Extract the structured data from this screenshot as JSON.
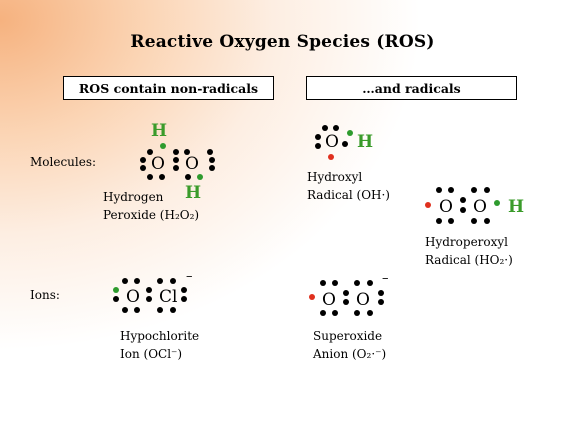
{
  "title": "Reactive Oxygen Species (ROS)",
  "boxes": {
    "non_radicals": "ROS contain non-radicals",
    "radicals": "…and radicals"
  },
  "row_labels": {
    "molecules": "Molecules:",
    "ions": "Ions:"
  },
  "atoms": {
    "oxygen": "O",
    "hydrogen": "H",
    "chlorine": "Cl",
    "negative_charge": "–"
  },
  "captions": {
    "hydrogen_peroxide": {
      "line1": "Hydrogen",
      "line2": "Peroxide (H₂O₂)"
    },
    "hydroxyl": {
      "line1": "Hydroxyl",
      "line2": "Radical (OH·)"
    },
    "hydroperoxyl": {
      "line1": "Hydroperoxyl",
      "line2": "Radical (HO₂·)"
    },
    "hypochlorite": {
      "line1": "Hypochlorite",
      "line2": "Ion (OCl⁻)"
    },
    "superoxide": {
      "line1": "Superoxide",
      "line2": "Anion (O₂·⁻)"
    }
  },
  "colors": {
    "electron": "#000000",
    "shared_electron": "#2e9b2e",
    "unpaired_electron": "#e0301e",
    "hydrogen_label": "#3a9b2a"
  }
}
